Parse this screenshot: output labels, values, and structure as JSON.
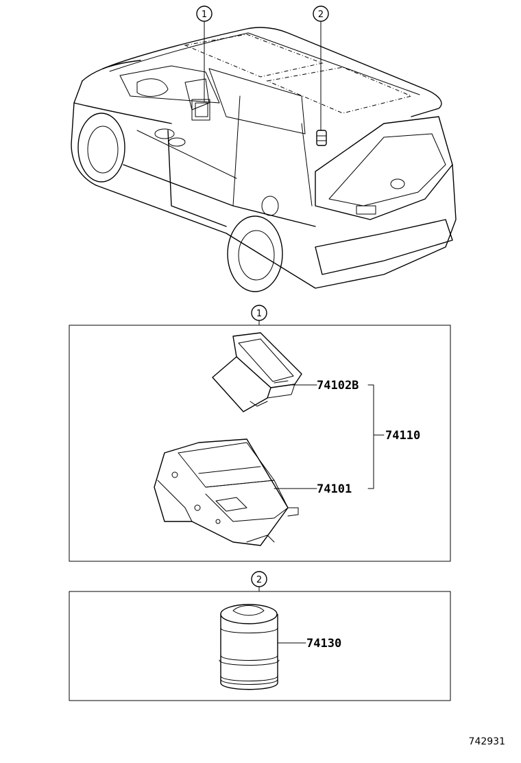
{
  "callouts": {
    "ref1": "1",
    "ref2": "2"
  },
  "parts": {
    "p74102B": "74102B",
    "p74110": "74110",
    "p74101": "74101",
    "p74130": "74130"
  },
  "diagram_number": "742931"
}
